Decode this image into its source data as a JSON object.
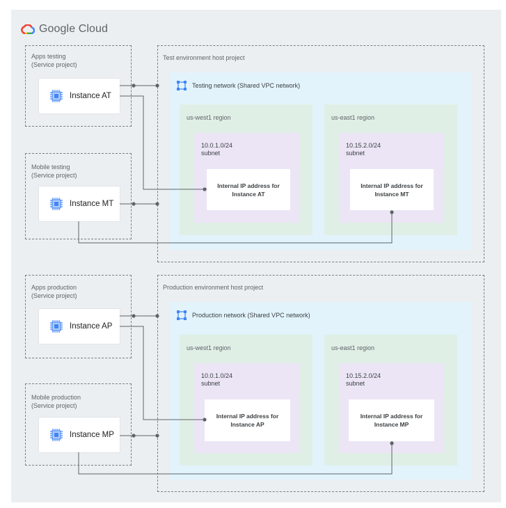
{
  "logo": {
    "text": "Google Cloud",
    "icon": "google-cloud-logo"
  },
  "testing": {
    "apps_project": {
      "name": "Apps testing",
      "type": "(Service project)",
      "instance": "Instance AT"
    },
    "mobile_project": {
      "name": "Mobile testing",
      "type": "(Service project)",
      "instance": "Instance MT"
    },
    "host_project": "Test environment host project",
    "network": "Testing network (Shared VPC network)",
    "west": {
      "region": "us-west1 region",
      "cidr": "10.0.1.0/24",
      "subnet": "subnet",
      "ip": "Internal IP address for Instance AT"
    },
    "east": {
      "region": "us-east1 region",
      "cidr": "10.15.2.0/24",
      "subnet": "subnet",
      "ip": "Internal IP address for Instance MT"
    }
  },
  "production": {
    "apps_project": {
      "name": "Apps production",
      "type": "(Service project)",
      "instance": "Instance AP"
    },
    "mobile_project": {
      "name": "Mobile production",
      "type": "(Service project)",
      "instance": "Instance MP"
    },
    "host_project": "Production environment host project",
    "network": "Production network (Shared VPC network)",
    "west": {
      "region": "us-west1 region",
      "cidr": "10.0.1.0/24",
      "subnet": "subnet",
      "ip": "Internal IP address for Instance AP"
    },
    "east": {
      "region": "us-east1 region",
      "cidr": "10.15.2.0/24",
      "subnet": "subnet",
      "ip": "Internal IP address for Instance MP"
    }
  },
  "icons": {
    "instance": "compute-engine-chip-icon",
    "network": "vpc-network-icon"
  },
  "colors": {
    "canvas": "#eceff1",
    "network": "#e2f3fb",
    "region": "#e0efe6",
    "subnet": "#ebe5f5",
    "icon_blue": "#4285f4",
    "wire": "#5f6368"
  }
}
